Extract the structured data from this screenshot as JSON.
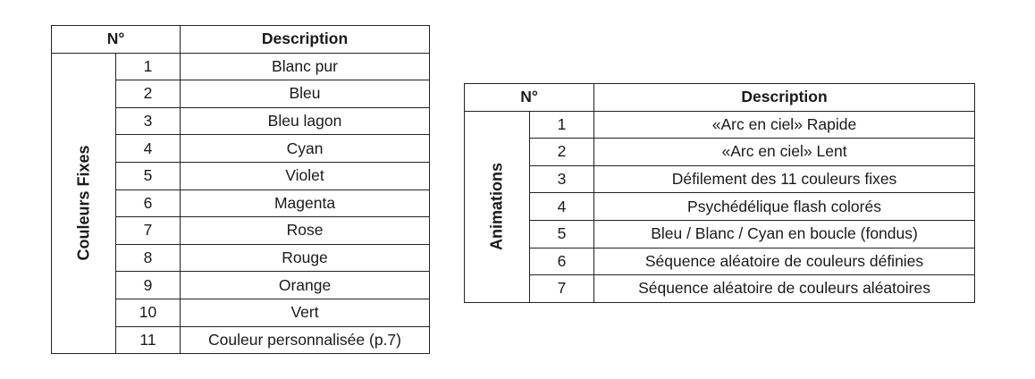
{
  "fixed_colors": {
    "header_number": "N°",
    "header_description": "Description",
    "group_label": "Couleurs Fixes",
    "rows": [
      {
        "num": "1",
        "desc": "Blanc pur"
      },
      {
        "num": "2",
        "desc": "Bleu"
      },
      {
        "num": "3",
        "desc": "Bleu lagon"
      },
      {
        "num": "4",
        "desc": "Cyan"
      },
      {
        "num": "5",
        "desc": "Violet"
      },
      {
        "num": "6",
        "desc": "Magenta"
      },
      {
        "num": "7",
        "desc": "Rose"
      },
      {
        "num": "8",
        "desc": "Rouge"
      },
      {
        "num": "9",
        "desc": "Orange"
      },
      {
        "num": "10",
        "desc": "Vert"
      },
      {
        "num": "11",
        "desc": "Couleur personnalisée (p.7)"
      }
    ]
  },
  "animations": {
    "header_number": "N°",
    "header_description": "Description",
    "group_label": "Animations",
    "rows": [
      {
        "num": "1",
        "desc": "«Arc en ciel» Rapide"
      },
      {
        "num": "2",
        "desc": "«Arc en ciel» Lent"
      },
      {
        "num": "3",
        "desc": "Défilement des 11 couleurs fixes"
      },
      {
        "num": "4",
        "desc": "Psychédélique flash colorés"
      },
      {
        "num": "5",
        "desc": "Bleu / Blanc / Cyan en boucle (fondus)"
      },
      {
        "num": "6",
        "desc": "Séquence aléatoire de couleurs définies"
      },
      {
        "num": "7",
        "desc": "Séquence aléatoire de couleurs aléatoires"
      }
    ]
  }
}
